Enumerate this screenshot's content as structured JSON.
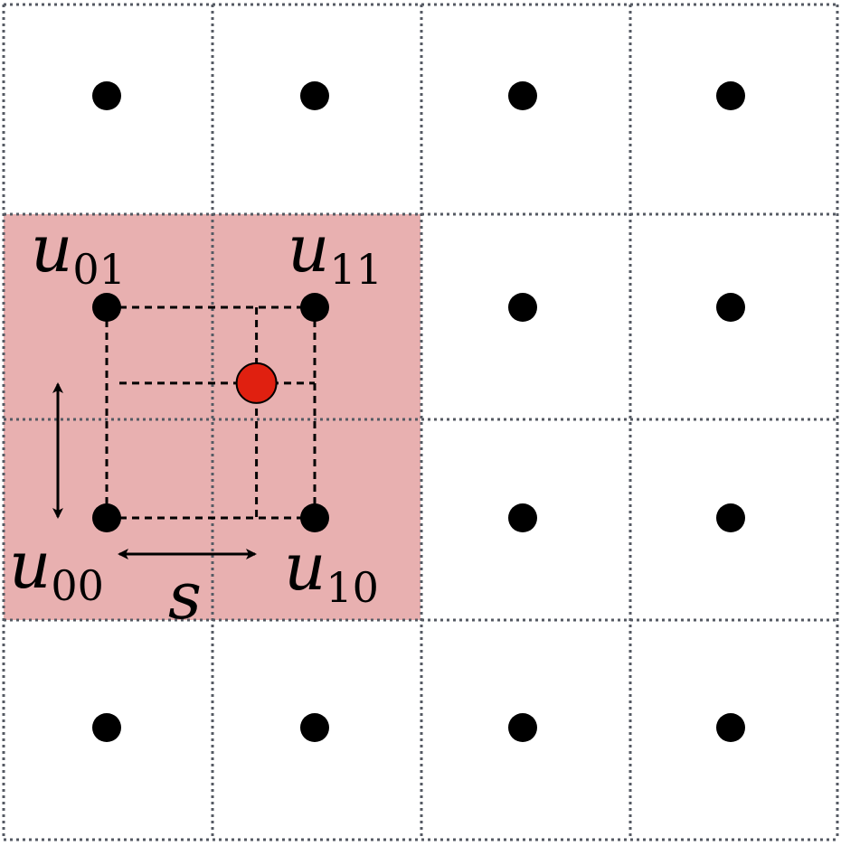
{
  "diagram": {
    "labels": {
      "u00": {
        "base": "u",
        "sub": "00"
      },
      "u01": {
        "base": "u",
        "sub": "01"
      },
      "u10": {
        "base": "u",
        "sub": "10"
      },
      "u11": {
        "base": "u",
        "sub": "11"
      },
      "spacing": "s"
    },
    "colors": {
      "highlight": "#e8b0b0",
      "grid": "#555a63",
      "point": "#000000",
      "sample": "#e02010",
      "sample_outline": "#000000"
    },
    "grid": {
      "rows": 4,
      "cols": 4
    },
    "highlight_cells": {
      "rows": [
        1,
        2
      ],
      "cols": [
        0,
        1
      ]
    },
    "sample_point": {
      "fx": 0.72,
      "fy": 0.36
    }
  }
}
